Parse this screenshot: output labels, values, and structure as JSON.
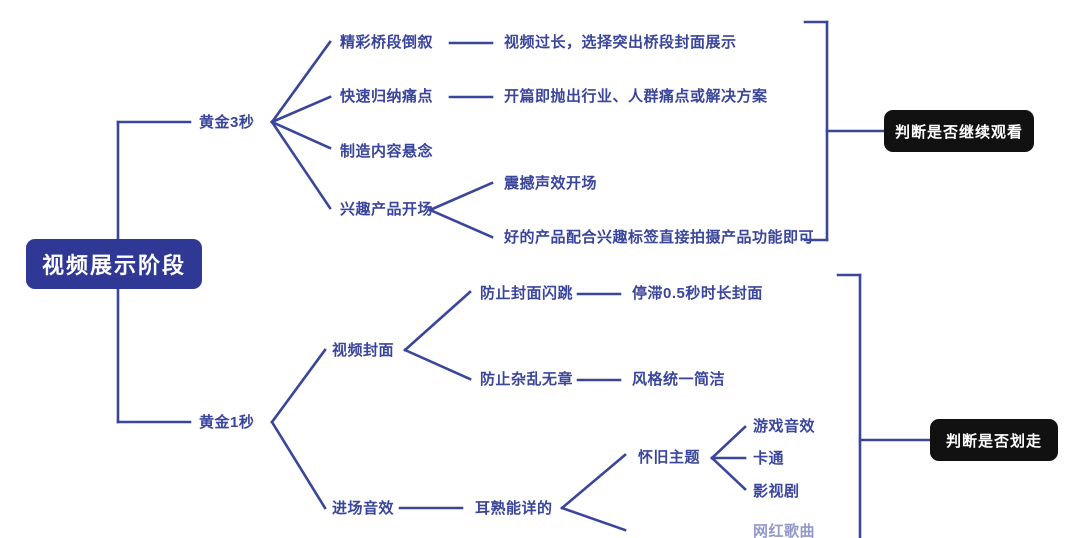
{
  "diagram": {
    "title": "视频展示阶段",
    "root": {
      "label": "视频展示阶段",
      "color": "#2f3894",
      "text_color": "#ffffff"
    },
    "line_color": "#3a459c",
    "text_color": "#3a459c",
    "branches": [
      {
        "label": "黄金3秒",
        "children": [
          {
            "label": "精彩桥段倒叙",
            "detail": "视频过长，选择突出桥段封面展示"
          },
          {
            "label": "快速归纳痛点",
            "detail": "开篇即抛出行业、人群痛点或解决方案"
          },
          {
            "label": "制造内容悬念",
            "detail": ""
          },
          {
            "label": "兴趣产品开场",
            "children": [
              {
                "label": "震撼声效开场"
              },
              {
                "label": "好的产品配合兴趣标签直接拍摄产品功能即可"
              }
            ]
          }
        ],
        "outcome": {
          "label": "判断是否继续观看",
          "color": "#111111",
          "text_color": "#ffffff"
        }
      },
      {
        "label": "黄金1秒",
        "children": [
          {
            "label": "视频封面",
            "children": [
              {
                "label": "防止封面闪跳",
                "detail": "停滞0.5秒时长封面"
              },
              {
                "label": "防止杂乱无章",
                "detail": "风格统一简洁"
              }
            ]
          },
          {
            "label": "进场音效",
            "detail": "耳熟能详的",
            "children": [
              {
                "label": "怀旧主题",
                "children": [
                  {
                    "label": "游戏音效"
                  },
                  {
                    "label": "卡通"
                  },
                  {
                    "label": "影视剧"
                  }
                ]
              },
              {
                "label": "网红歌曲"
              }
            ]
          }
        ],
        "outcome": {
          "label": "判断是否划走",
          "color": "#111111",
          "text_color": "#ffffff"
        }
      }
    ]
  }
}
